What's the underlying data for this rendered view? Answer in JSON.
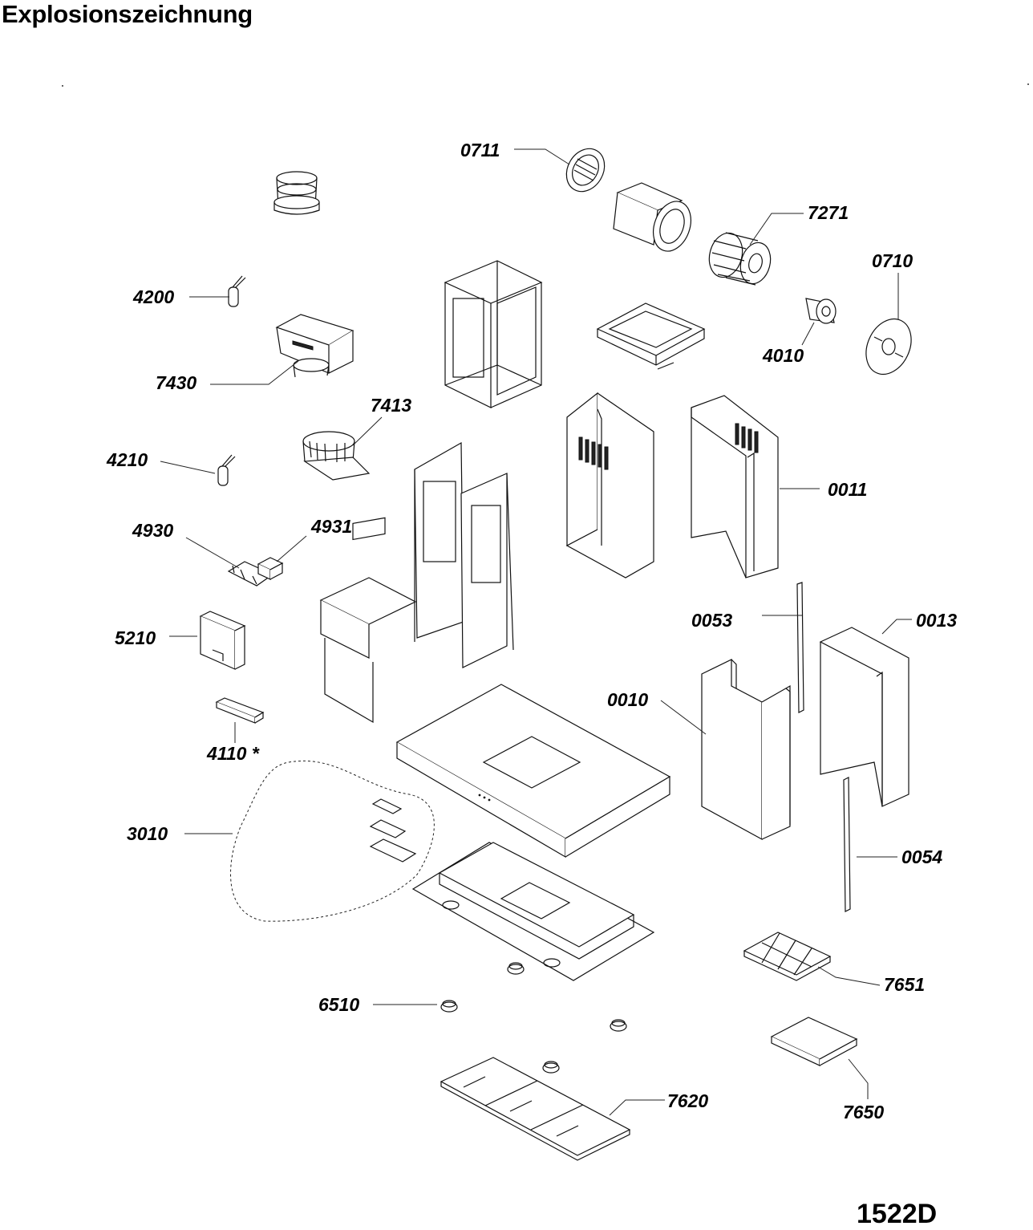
{
  "header": {
    "title": "Explosionszeichnung"
  },
  "footer": {
    "document_number": "1522D"
  },
  "parts": [
    {
      "id": "0711",
      "label": "0711"
    },
    {
      "id": "7271",
      "label": "7271"
    },
    {
      "id": "0710",
      "label": "0710"
    },
    {
      "id": "4010",
      "label": "4010"
    },
    {
      "id": "4200",
      "label": "4200"
    },
    {
      "id": "7430",
      "label": "7430"
    },
    {
      "id": "7413",
      "label": "7413"
    },
    {
      "id": "4210",
      "label": "4210"
    },
    {
      "id": "4930",
      "label": "4930"
    },
    {
      "id": "4931",
      "label": "4931"
    },
    {
      "id": "0011",
      "label": "0011"
    },
    {
      "id": "5210",
      "label": "5210"
    },
    {
      "id": "0053",
      "label": "0053"
    },
    {
      "id": "0013",
      "label": "0013"
    },
    {
      "id": "0010",
      "label": "0010"
    },
    {
      "id": "4110",
      "label": "4110 *"
    },
    {
      "id": "3010",
      "label": "3010"
    },
    {
      "id": "0054",
      "label": "0054"
    },
    {
      "id": "6510",
      "label": "6510"
    },
    {
      "id": "7651",
      "label": "7651"
    },
    {
      "id": "7620",
      "label": "7620"
    },
    {
      "id": "7650",
      "label": "7650"
    }
  ]
}
